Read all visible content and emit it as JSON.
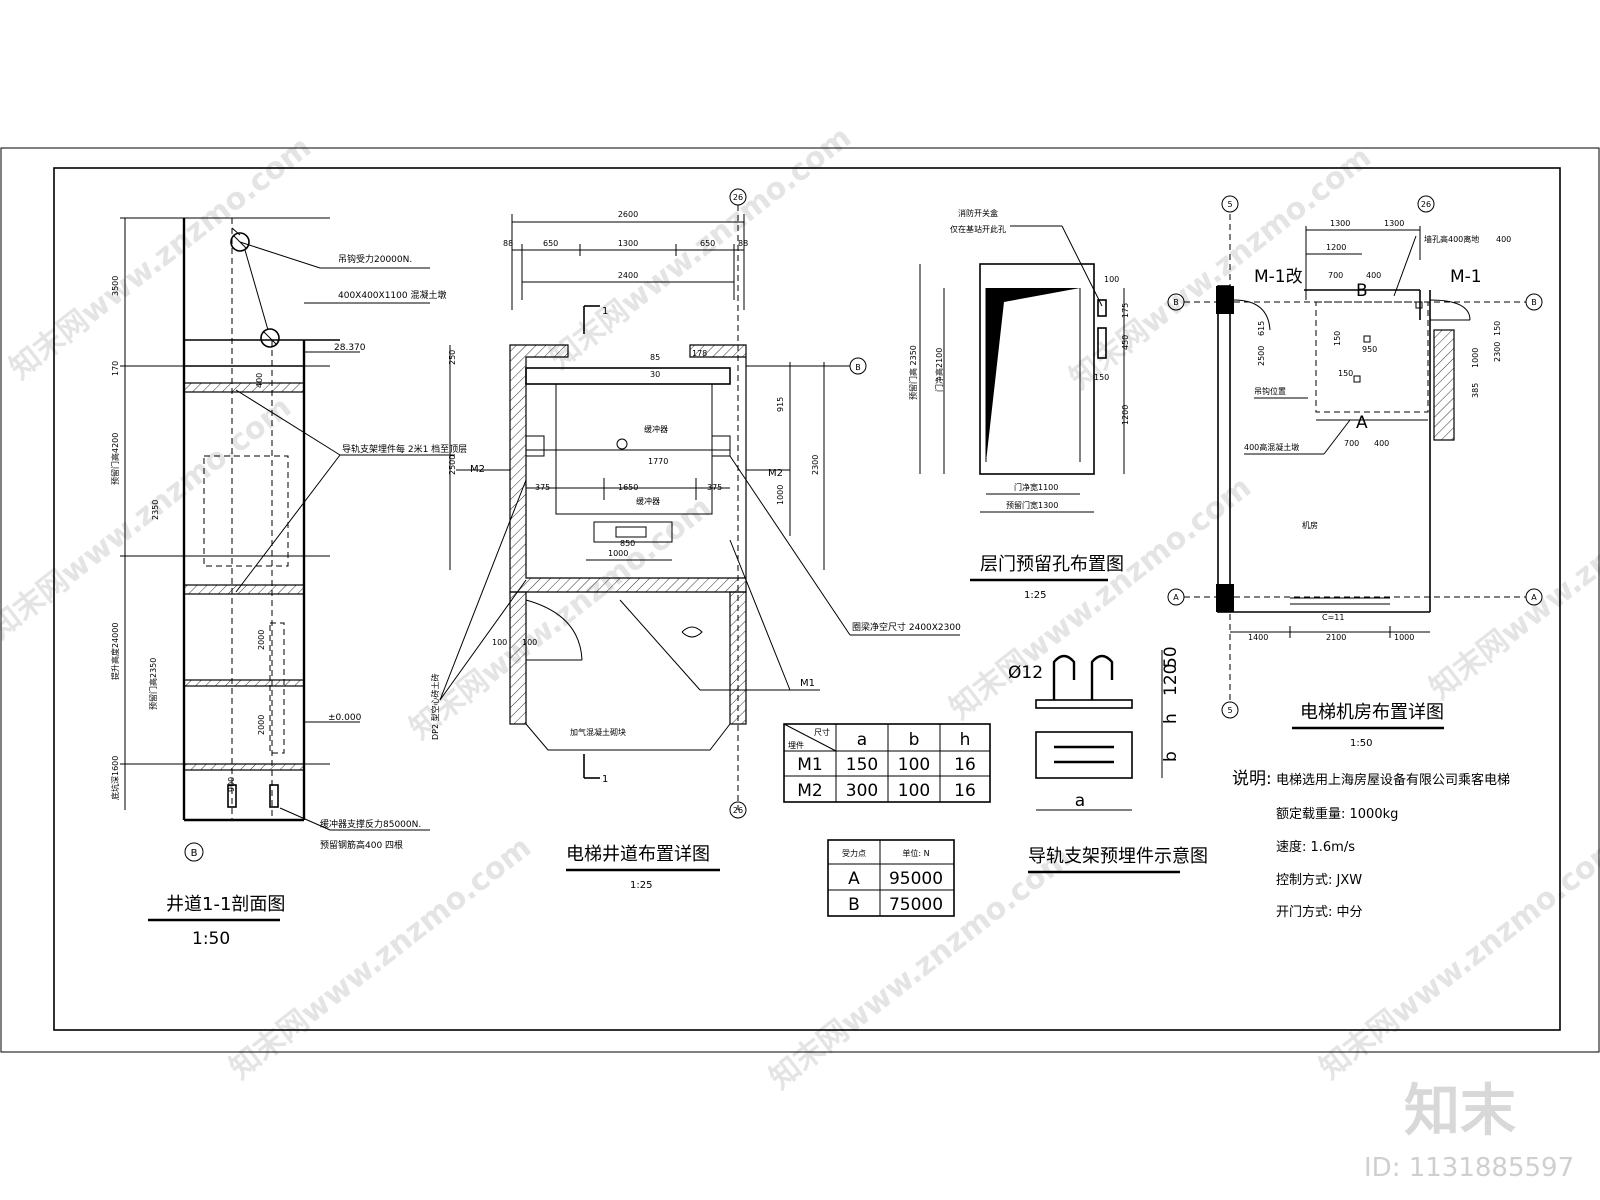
{
  "logo": {
    "text": "知末",
    "id_label": "ID: 1131885597"
  },
  "watermark": "知末网www.znzmo.com",
  "section": {
    "title": "井道1-1剖面图",
    "scale": "1:50",
    "notes": {
      "hook": "吊钩受力20000N.",
      "beam": "400X400X1100 混凝土墩",
      "elev_top": "28.370",
      "rail": "导轨支架埋件每 2米1 档至顶层",
      "elev_zero": "±0.000",
      "buffer": "缓冲器支撑反力85000N.",
      "rebar": "预留钢筋高400 四根"
    },
    "dims": [
      "3500",
      "170",
      "预留门高4200",
      "2350",
      "提升高度24000",
      "预留门高2350",
      "底坑深1600",
      "400",
      "2000",
      "2000",
      "900"
    ],
    "axis": "B"
  },
  "shaft": {
    "title": "电梯井道布置详图",
    "scale": "1:25",
    "axis_top": "26",
    "axis_right": "B",
    "section_mark": "1",
    "dims_top": [
      "2600",
      "88",
      "650",
      "1300",
      "650",
      "88",
      "2400"
    ],
    "dims_inner": [
      "85",
      "30",
      "178",
      "250",
      "915",
      "2500",
      "2300",
      "1000",
      "1770",
      "375",
      "1650",
      "375",
      "850",
      "1000",
      "100",
      "100"
    ],
    "labels": {
      "buffer1": "缓冲器",
      "buffer2": "缓冲器",
      "m2_left": "M2",
      "m2_right": "M2",
      "m1": "M1",
      "clear": "圈梁净空尺寸 2400X2300",
      "block": "加气混凝土砌块",
      "dp": "DP2 型空心砖土砖"
    }
  },
  "embed_table": {
    "header_diag": "尺寸",
    "header_row": "埋件",
    "cols": [
      "a",
      "b",
      "h"
    ],
    "rows": [
      {
        "name": "M1",
        "a": "150",
        "b": "100",
        "h": "16"
      },
      {
        "name": "M2",
        "a": "300",
        "b": "100",
        "h": "16"
      }
    ]
  },
  "force_table": {
    "col1": "受力点",
    "col2": "单位: N",
    "rows": [
      {
        "point": "A",
        "value": "95000"
      },
      {
        "point": "B",
        "value": "75000"
      }
    ]
  },
  "door": {
    "title": "层门预留孔布置图",
    "scale": "1:25",
    "note1": "消防开关盒",
    "note2": "仅在基站开此孔",
    "dims": [
      "100",
      "175",
      "450",
      "150",
      "1200",
      "预留门高 2350",
      "门净高2100",
      "门净宽1100",
      "预留门宽1300"
    ]
  },
  "rail_embed": {
    "title": "导轨支架预埋件示意图",
    "dia": "Ø12",
    "dims": [
      "50",
      "120",
      "h",
      "b",
      "a"
    ]
  },
  "machine": {
    "title": "电梯机房布置详图",
    "scale": "1:50",
    "axis_num": "5",
    "axis_top": "26",
    "axis_b": "B",
    "axis_a": "A",
    "labels": {
      "m1g": "M-1改",
      "m1": "M-1",
      "hole": "墙孔高400离地",
      "hole_val": "400",
      "hook": "吊钩位置",
      "pier": "400高混凝土墩",
      "room": "机房",
      "b": "B",
      "a": "A",
      "c": "C=11"
    },
    "dims": [
      "1300",
      "1300",
      "1200",
      "700",
      "400",
      "615",
      "2500",
      "150",
      "950",
      "150",
      "1000",
      "2300",
      "150",
      "385",
      "700",
      "400",
      "1400",
      "2100",
      "1000"
    ]
  },
  "spec": {
    "heading": "说明:",
    "lines": [
      "电梯选用上海房屋设备有限公司乘客电梯",
      "额定载重量: 1000kg",
      "速度: 1.6m/s",
      "控制方式: JXW",
      "开门方式: 中分"
    ]
  }
}
